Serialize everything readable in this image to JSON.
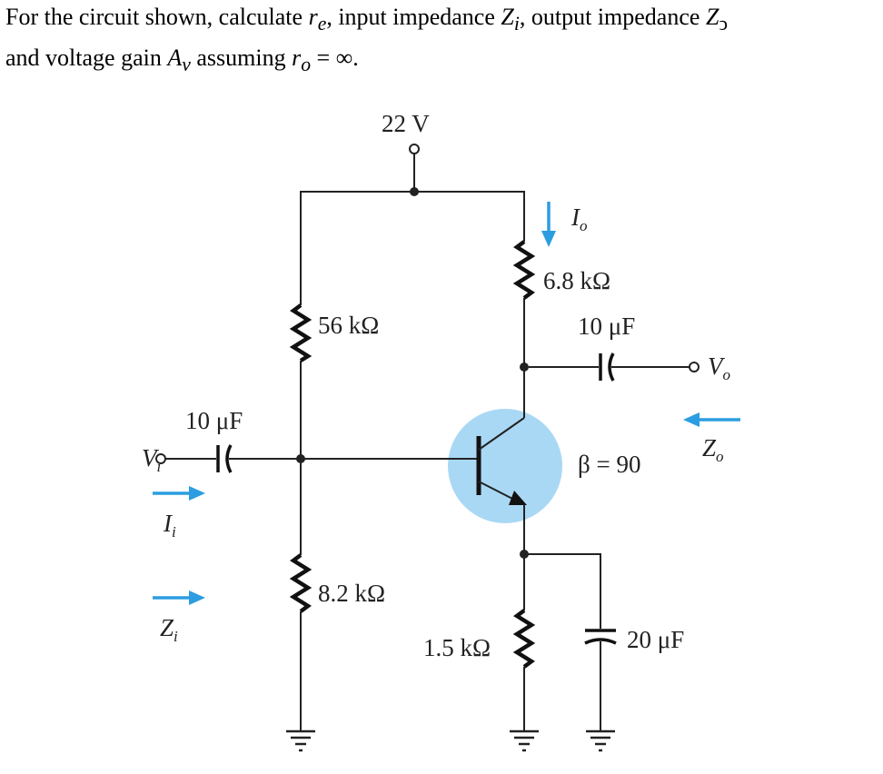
{
  "prompt": {
    "line1_text": "For the circuit shown, calculate",
    "line1_re": "r",
    "line1_re_sub": "e",
    "line1_mid1": ", input impedance",
    "line1_zi": "Z",
    "line1_zi_sub": "i",
    "line1_mid2": ", output impedance",
    "line1_zo": "Z",
    "line1_zo_sub": "ↄ",
    "line2_text": "and voltage gain",
    "line2_av": "A",
    "line2_av_sub": "v",
    "line2_mid": "assuming",
    "line2_ro": "r",
    "line2_ro_sub": "o",
    "line2_tail": "= ∞."
  },
  "circuit": {
    "supply": "22 V",
    "r1": "56 kΩ",
    "r2": "8.2 kΩ",
    "rc": "6.8 kΩ",
    "re": "1.5 kΩ",
    "c_in": "10 μF",
    "c_out": "10 μF",
    "c_e": "20 μF",
    "beta": "β = 90",
    "vi": "V",
    "vi_sub": "i",
    "vo": "V",
    "vo_sub": "o",
    "ii": "I",
    "ii_sub": "i",
    "io": "I",
    "io_sub": "o",
    "zi": "Z",
    "zi_sub": "i",
    "zo": "Z",
    "zo_sub": "o"
  },
  "colors": {
    "accent_blue": "#2b9de0",
    "transistor_fill": "#a9d8f5"
  }
}
